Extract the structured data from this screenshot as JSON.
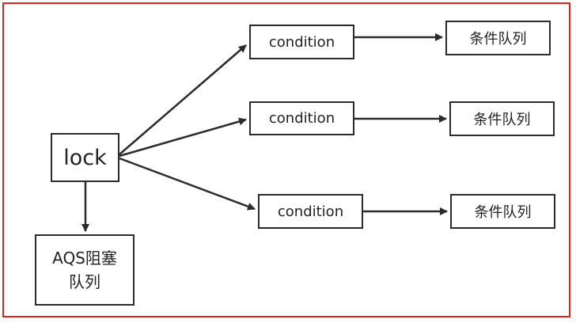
{
  "diagram": {
    "nodes": {
      "lock": "lock",
      "aqs_line1": "AQS阻塞",
      "aqs_line2": "队列",
      "condition_1": "condition",
      "condition_2": "condition",
      "condition_3": "condition",
      "queue_1": "条件队列",
      "queue_2": "条件队列",
      "queue_3": "条件队列"
    },
    "edges": [
      {
        "from": "lock",
        "to": "condition_1"
      },
      {
        "from": "lock",
        "to": "condition_2"
      },
      {
        "from": "lock",
        "to": "condition_3"
      },
      {
        "from": "lock",
        "to": "aqs"
      },
      {
        "from": "condition_1",
        "to": "queue_1"
      },
      {
        "from": "condition_2",
        "to": "queue_2"
      },
      {
        "from": "condition_3",
        "to": "queue_3"
      }
    ],
    "colors": {
      "frame": "#e0211c",
      "stroke": "#2b2b2b",
      "text": "#222222"
    }
  }
}
